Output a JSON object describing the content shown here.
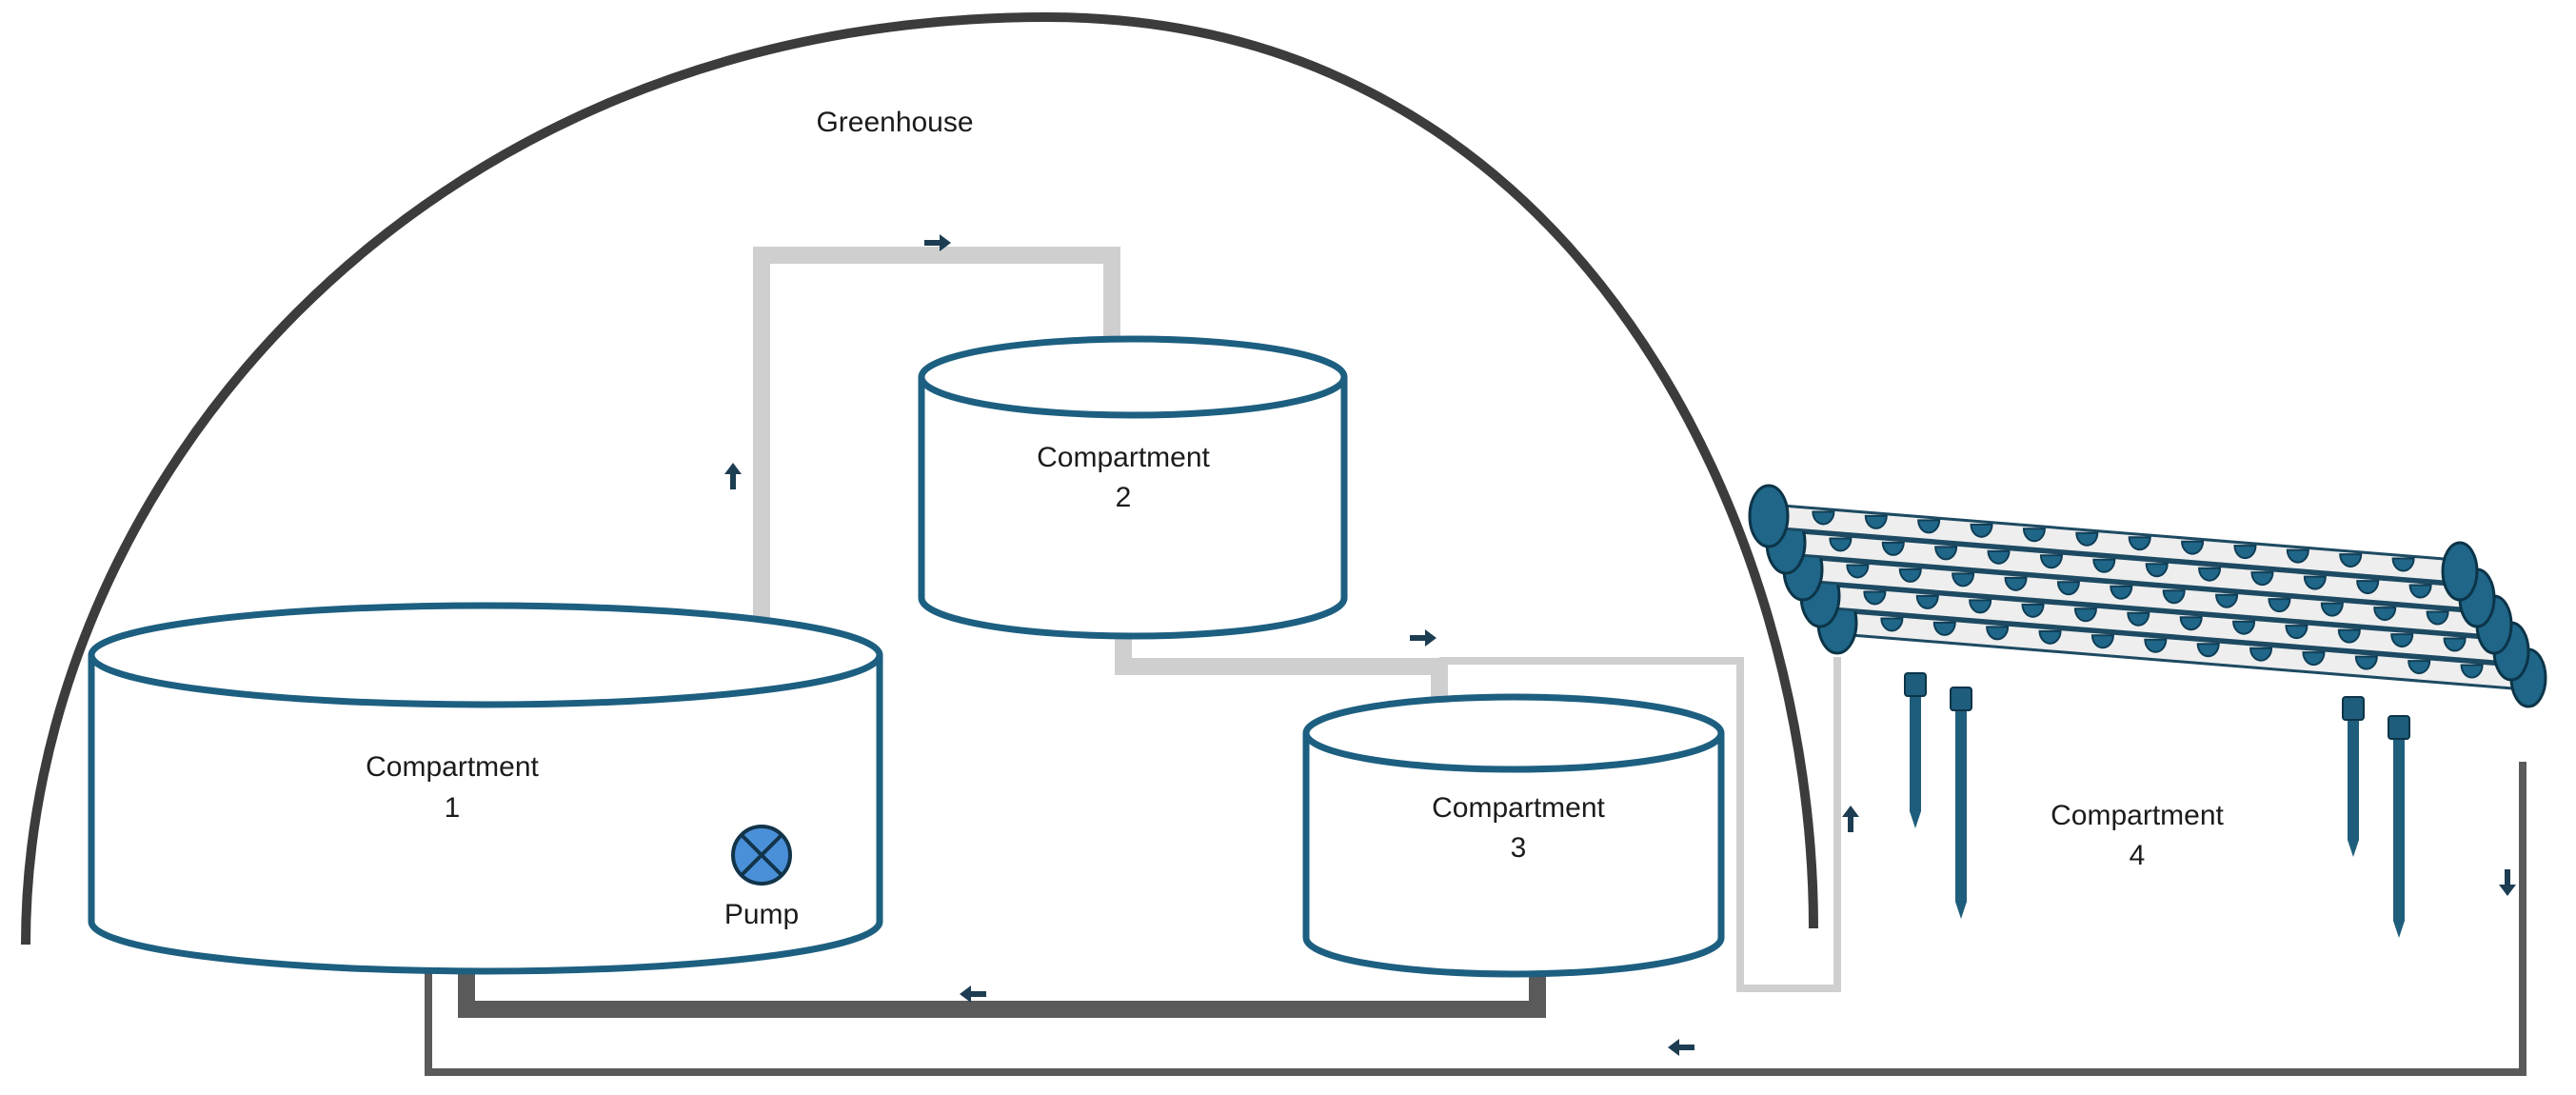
{
  "diagram": {
    "greenhouse_label": "Greenhouse",
    "compartments": [
      {
        "line1": "Compartment",
        "line2": "1"
      },
      {
        "line1": "Compartment",
        "line2": "2"
      },
      {
        "line1": "Compartment",
        "line2": "3"
      },
      {
        "line1": "Compartment",
        "line2": "4"
      }
    ],
    "pump_label": "Pump",
    "colors": {
      "tank_stroke": "#1d5f80",
      "light_pipe": "#cfcfcf",
      "dark_pipe": "#5a5a5a",
      "dome": "#3c3c3c",
      "pump_fill": "#4a90d9",
      "arrow": "#1c3d52"
    },
    "icons": {
      "pump": "pump-valve-icon",
      "flow": "flow-arrow-icon"
    }
  }
}
